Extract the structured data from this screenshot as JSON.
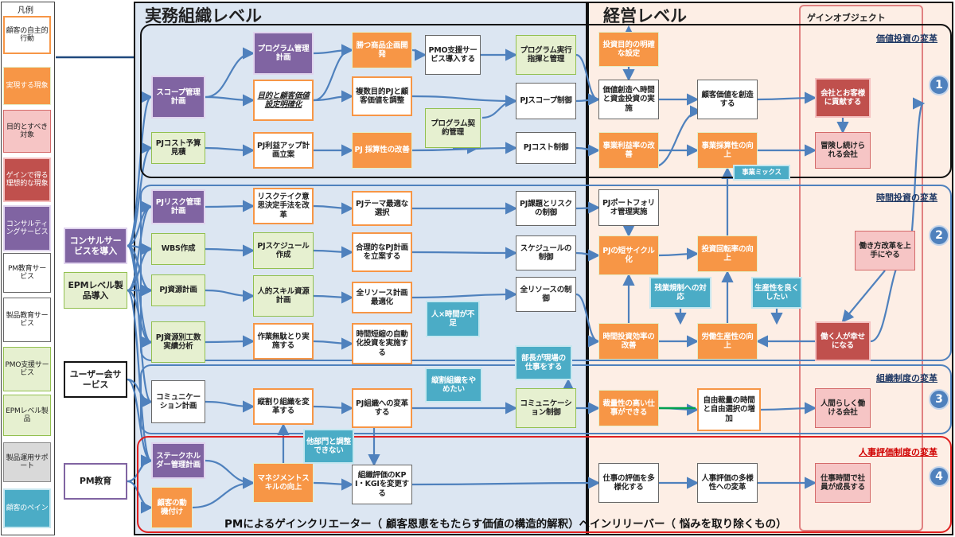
{
  "headers": {
    "practical": "実務組織レベル",
    "management": "経営レベル",
    "gain": "ゲインオブジェクト"
  },
  "legend": {
    "title": "凡例",
    "items": [
      {
        "text": "顧客の自主的行動",
        "style": "ow"
      },
      {
        "text": "実現する現象",
        "style": "o"
      },
      {
        "text": "目的とすべき対象",
        "style": "pk"
      },
      {
        "text": "ゲインで得る理想的な現象",
        "style": "rd"
      },
      {
        "text": "コンサルティングサービス",
        "style": "p"
      },
      {
        "text": "PM教育サービス",
        "style": "w"
      },
      {
        "text": "製品教育サービス",
        "style": "w"
      },
      {
        "text": "PMO支援サービス",
        "style": "g"
      },
      {
        "text": "EPMレベル製品",
        "style": "g"
      },
      {
        "text": "製品運用サポート",
        "style": "gy"
      },
      {
        "text": "顧客のペイン",
        "style": "tl"
      }
    ]
  },
  "services": [
    {
      "id": "s1",
      "text": "コンサルサービスを導入"
    },
    {
      "id": "s2",
      "text": "EPMレベル製品導入"
    },
    {
      "id": "s3",
      "text": "ユーザー会サービス"
    },
    {
      "id": "s4",
      "text": "PM教育"
    }
  ],
  "changes": [
    "価値投資の変革",
    "時間投資の変革",
    "組織制度の変革",
    "人事評価制度の変革"
  ],
  "numbers": [
    "1",
    "2",
    "3",
    "4"
  ],
  "nodes": {
    "a1": "スコープ管理計画",
    "a2": "PJコスト予算見積",
    "a3": "PJリスク管理計画",
    "a4": "WBS作成",
    "a5": "PJ資源計画",
    "a6": "PJ資源別工数実績分析",
    "a7": "コミュニケーション計画",
    "a8": "ステークホルダー管理計画",
    "a9": "顧客の動機付け",
    "b1": "プログラム管理計画",
    "b2": "目的と顧客価値設定明確化",
    "b3": "PJ利益アップ計画立案",
    "b4": "リスクテイク意思決定手法を改革",
    "b5": "PJスケジュール作成",
    "b6": "人的スキル資源計画",
    "b7": "作業無駄とり実施する",
    "b8": "縦割り組織を変革する",
    "b9": "マネジメントスキルの向上",
    "c1": "勝つ商品企画開発",
    "c2": "複数目的PJと顧客価値を調整",
    "c3": "PJ 採算性の改善",
    "c4": "PJテーマ最適な選択",
    "c5": "合理的なPJ計画を立案する",
    "c6": "全リソース計画最適化",
    "c7": "時間短縮の自動化投資を実施する",
    "c8": "PJ組織への変革する",
    "c9": "組織評価のKPI・KGIを変更する",
    "d1": "PMO支援サービス導入する",
    "d2": "プログラム契約管理",
    "e1": "プログラム実行指揮と管理",
    "e2": "PJスコープ制御",
    "e3": "PJコスト制御",
    "e4": "PJ課題とリスクの制御",
    "e5": "スケジュールの制御",
    "e6": "全リソースの制御",
    "e7": "コミュニケーション制御",
    "f1": "投資目的の明確な設定",
    "f2": "価値創造へ時間と資金投資の実施",
    "f3": "事業利益率の改善",
    "f4": "PJポートフォリオ管理実施",
    "f5": "PJの短サイクル化",
    "f6": "時間投資効率の改善",
    "f7": "裁量性の高い仕事ができる",
    "f8": "仕事の評価を多様化する",
    "h1": "顧客価値を創造する",
    "h2": "事業採算性の向上",
    "h3": "投資回転率の向上",
    "h4": "労働生産性の向上",
    "h5": "自由裁量の時間と自由選択の増加",
    "h6": "人事評価の多様性への変革",
    "k1": "会社とお客様に貢献する",
    "k2": "冒険し続けられる会社",
    "k3": "働き方改革を上手にやる",
    "k4": "働く人が幸せになる",
    "k5": "人間らしく働ける会社",
    "k6": "仕事時間で社員が成長する",
    "t1": "人×時間が不足",
    "t2": "縦割組織をやめたい",
    "t3": "部長が現場の仕事をする",
    "t4": "他部門と調整できない",
    "t5": "残業規制への対応",
    "t6": "生産性を良くしたい",
    "t7": "事業ミックス"
  },
  "footer": "PMによるゲインクリエーター（ 顧客恩恵をもたらす価値の構造的解釈）ペインリリーバー（ 悩みを取り除くもの）"
}
